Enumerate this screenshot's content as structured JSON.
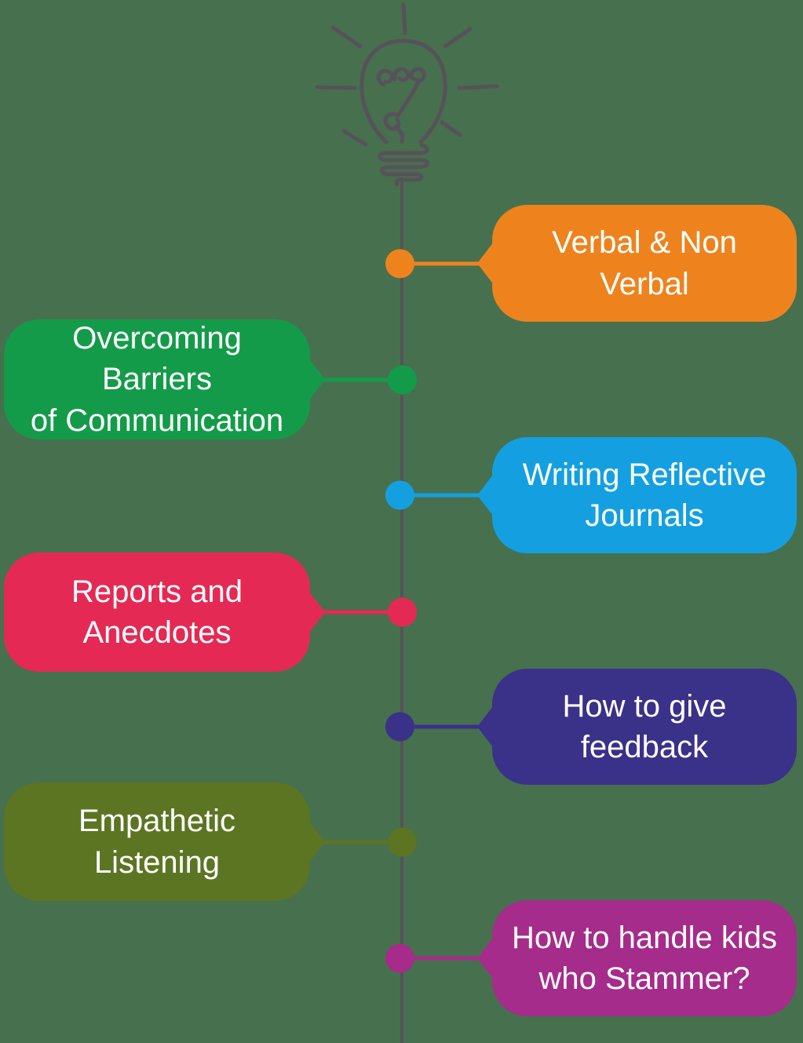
{
  "background_color": "#47704e",
  "timeline": {
    "line_color": "#57525a",
    "bulb_icon": "lightbulb-doodle-icon"
  },
  "items": [
    {
      "label": "Verbal & Non Verbal",
      "side": "right",
      "color": "#ee831e"
    },
    {
      "label": "Overcoming Barriers\nof Communication",
      "side": "left",
      "color": "#149b49"
    },
    {
      "label": "Writing Reflective\nJournals",
      "side": "right",
      "color": "#14a0e0"
    },
    {
      "label": "Reports and\nAnecdotes",
      "side": "left",
      "color": "#e42a54"
    },
    {
      "label": "How to give\nfeedback",
      "side": "right",
      "color": "#3a3189"
    },
    {
      "label": "Empathetic Listening",
      "side": "left",
      "color": "#5c7523"
    },
    {
      "label": "How to handle kids\nwho Stammer?",
      "side": "right",
      "color": "#a52c8a"
    }
  ]
}
